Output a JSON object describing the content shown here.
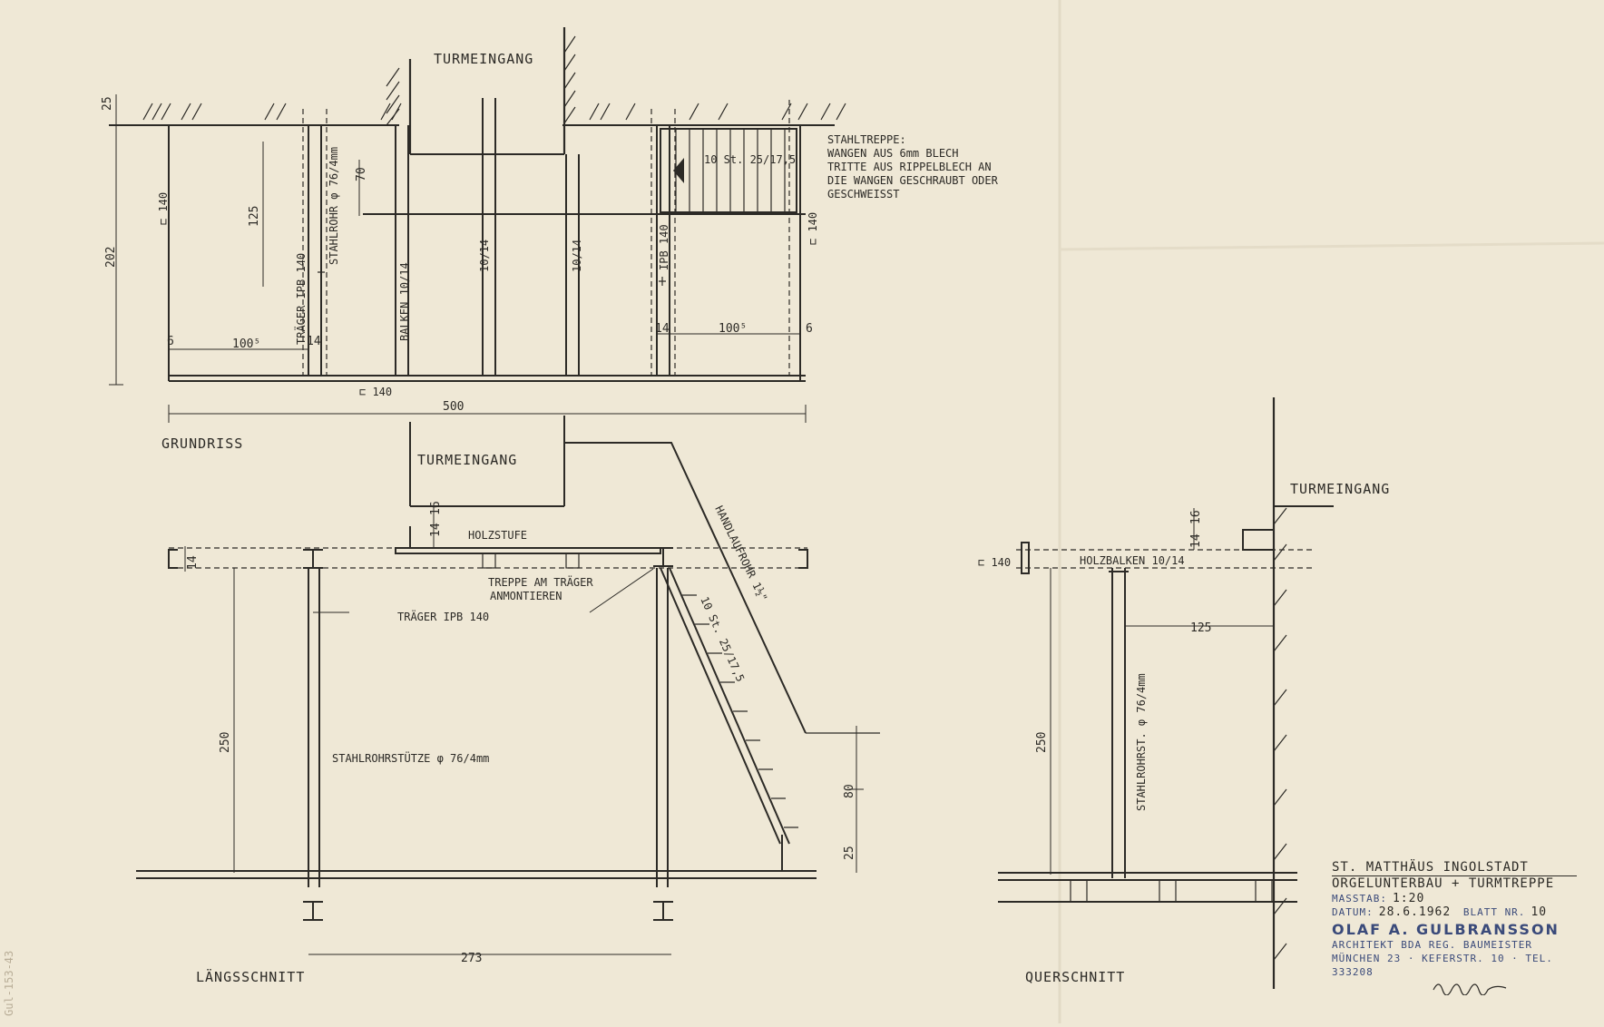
{
  "plan": {
    "entrance_label": "TURMEINGANG",
    "title": "GRUNDRISS",
    "stair_note": [
      "STAHLTREPPE:",
      "WANGEN AUS 6mm BLECH",
      "TRITTE AUS RIPPELBLECH AN",
      "DIE WANGEN GESCHRAUBT ODER",
      "GESCHWEISST"
    ],
    "stair_steps": "10 St. 25/17,5",
    "beam_left": "TRÄGER IPB 140",
    "tube": "STAHLROHR φ 76/4mm",
    "balken": "BALKEN 10/14",
    "joist_mid": "10/14",
    "joist_right": "10/14",
    "ipb_right": "IPB 140",
    "channel_left": "⊏ 140",
    "channel_right": "⊏ 140",
    "channel_bottom": "⊏ 140",
    "dims": {
      "d25": "25",
      "d70": "70",
      "d125": "125",
      "d202": "202",
      "d6a": "6",
      "d1005a": "100⁵",
      "d14a": "14",
      "d14b": "14",
      "d1005b": "100⁵",
      "d6b": "6",
      "d500": "500"
    }
  },
  "section_long": {
    "entrance_label": "TURMEINGANG",
    "title": "LÄNGSSCHNITT",
    "holzstufe": "HOLZSTUFE",
    "mount": [
      "TREPPE AM TRÄGER",
      "ANMONTIEREN"
    ],
    "beam": "TRÄGER IPB 140",
    "column": "STAHLROHRSTÜTZE φ 76/4mm",
    "handrail": "HANDLAUFROHR 1½\"",
    "steps": "10 St. 25/17,5",
    "dims": {
      "d14": "14",
      "d16": "16",
      "d14b": "14",
      "d250": "250",
      "d80": "80",
      "d25": "25",
      "d273": "273"
    }
  },
  "section_cross": {
    "entrance_label": "TURMEINGANG",
    "title": "QUERSCHNITT",
    "channel": "⊏ 140",
    "beam": "HOLZBALKEN 10/14",
    "column": "STAHLROHRST. φ 76/4mm",
    "dims": {
      "d14": "14",
      "d16": "16",
      "d125": "125",
      "d250": "250"
    }
  },
  "title_block": {
    "project_1": "ST. MATTHÄUS INGOLSTADT",
    "project_2": "ORGELUNTERBAU + TURMTREPPE",
    "scale_label": "MASSTAB:",
    "scale": "1:20",
    "date_label": "DATUM:",
    "date": "28.6.1962",
    "sheet_label": "BLATT NR.",
    "sheet": "10",
    "architect": "OLAF A. GULBRANSSON",
    "architect_sub": "ARCHITEKT BDA REG. BAUMEISTER",
    "address": "MÜNCHEN 23 · KEFERSTR. 10 · TEL. 333208"
  },
  "margin_note": "Gul-153-43"
}
